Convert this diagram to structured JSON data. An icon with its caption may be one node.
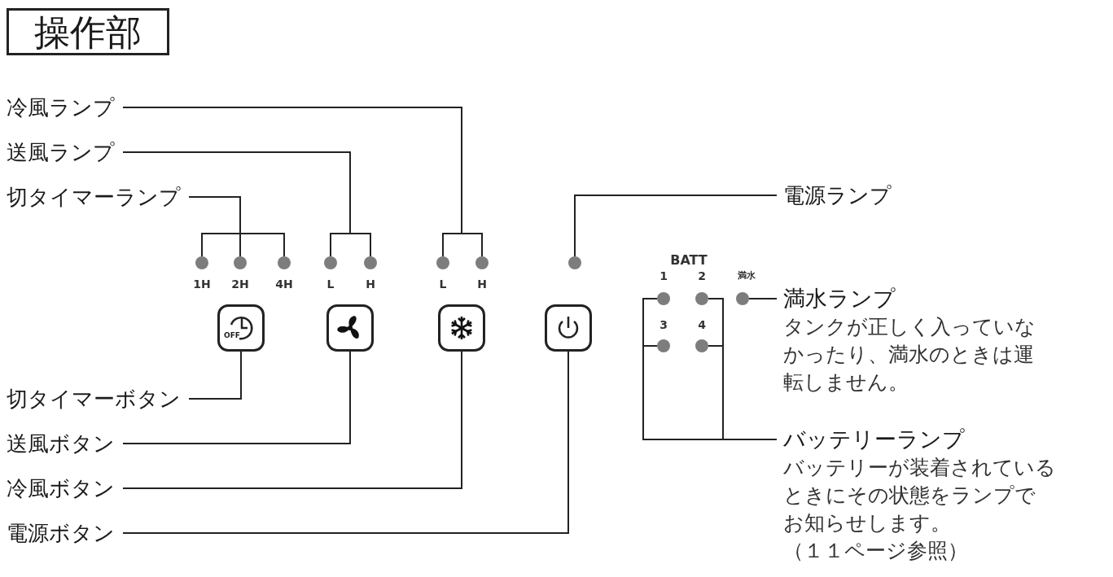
{
  "diagram": {
    "nodes": [
      {
        "text": [
          "操作部"
        ]
      },
      {
        "text": [
          "冷風ランプ"
        ]
      },
      {
        "text": [
          "送風ランプ"
        ]
      },
      {
        "text": [
          "切タイマーランプ"
        ]
      },
      {
        "text": [
          "電源ランプ"
        ]
      },
      {
        "text": [
          "満水ランプ",
          "タンクが正しく入っていなかったり、満水のときは運転しません。"
        ]
      },
      {
        "text": [
          "切タイマーボタン"
        ]
      },
      {
        "text": [
          "送風ボタン"
        ]
      },
      {
        "text": [
          "冷風ボタン"
        ]
      },
      {
        "text": [
          "電源ボタン"
        ]
      },
      {
        "text": [
          "バッテリーランプ",
          "バッテリーが装着されているときにその状態をランプでお知らせします。",
          "（１１ページ参照）"
        ]
      },
      {
        "text": [],
        "shape": "circle"
      },
      {
        "text": [],
        "shape": "circle"
      },
      {
        "text": [],
        "shape": "circle"
      },
      {
        "text": [],
        "shape": "circle"
      },
      {
        "text": [],
        "shape": "circle"
      },
      {
        "text": [],
        "shape": "circle"
      },
      {
        "text": [],
        "shape": "circle"
      },
      {
        "text": [],
        "shape": "circle"
      },
      {
        "text": [],
        "shape": "circle"
      },
      {
        "text": [],
        "shape": "circle"
      },
      {
        "text": [],
        "shape": "circle"
      },
      {
        "text": [],
        "shape": "circle"
      },
      {
        "text": [],
        "shape": "circle"
      },
      {
        "text": [],
        "shape": "box"
      },
      {
        "text": [],
        "shape": "box"
      },
      {
        "text": [],
        "shape": "box"
      },
      {
        "text": [],
        "shape": "box"
      }
    ],
    "edges": [
      {
        "from": 3,
        "to": 11,
        "arrow": "none"
      },
      {
        "from": 3,
        "to": 12,
        "arrow": "none"
      },
      {
        "from": 3,
        "to": 13,
        "arrow": "none"
      },
      {
        "from": 2,
        "to": 14,
        "arrow": "none"
      },
      {
        "from": 2,
        "to": 15,
        "arrow": "none"
      },
      {
        "from": 1,
        "to": 16,
        "arrow": "none"
      },
      {
        "from": 1,
        "to": 17,
        "arrow": "none"
      },
      {
        "from": 4,
        "to": 18,
        "arrow": "none"
      },
      {
        "from": 5,
        "to": 23,
        "arrow": "none"
      },
      {
        "from": 10,
        "to": 19,
        "arrow": "none"
      },
      {
        "from": 10,
        "to": 20,
        "arrow": "none"
      },
      {
        "from": 10,
        "to": 21,
        "arrow": "none"
      },
      {
        "from": 10,
        "to": 22,
        "arrow": "none"
      },
      {
        "from": 6,
        "to": 24,
        "arrow": "none"
      },
      {
        "from": 7,
        "to": 25,
        "arrow": "none"
      },
      {
        "from": 8,
        "to": 26,
        "arrow": "none"
      },
      {
        "from": 9,
        "to": 27,
        "arrow": "none"
      }
    ],
    "labels": [
      "BATT",
      "1",
      "2",
      "満水",
      "1H",
      "2H",
      "4H",
      "L",
      "H",
      "L",
      "H",
      "3",
      "4",
      "OFF"
    ]
  }
}
